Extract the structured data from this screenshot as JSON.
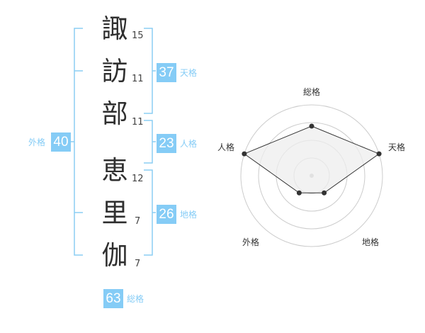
{
  "name": {
    "chars": [
      {
        "char": "諏",
        "strokes": "15"
      },
      {
        "char": "訪",
        "strokes": "11"
      },
      {
        "char": "部",
        "strokes": "11"
      },
      {
        "char": "恵",
        "strokes": "12"
      },
      {
        "char": "里",
        "strokes": "7"
      },
      {
        "char": "伽",
        "strokes": "7"
      }
    ]
  },
  "scores": {
    "tenkaku": {
      "value": "37",
      "label": "天格"
    },
    "jinkaku": {
      "value": "23",
      "label": "人格"
    },
    "chikaku": {
      "value": "26",
      "label": "地格"
    },
    "gaikaku": {
      "value": "40",
      "label": "外格"
    },
    "soukaku": {
      "value": "63",
      "label": "総格"
    }
  },
  "chart_data": {
    "type": "radar",
    "axes": [
      "総格",
      "天格",
      "地格",
      "外格",
      "人格"
    ],
    "values": [
      0.7,
      1.0,
      0.3,
      0.3,
      1.0
    ],
    "range": [
      0,
      1
    ],
    "rings": 4
  },
  "colors": {
    "accent": "#85ccf6",
    "bracket": "#8bcdf3",
    "ring": "#cccccc",
    "fill": "#eeeeee",
    "point": "#333333"
  }
}
